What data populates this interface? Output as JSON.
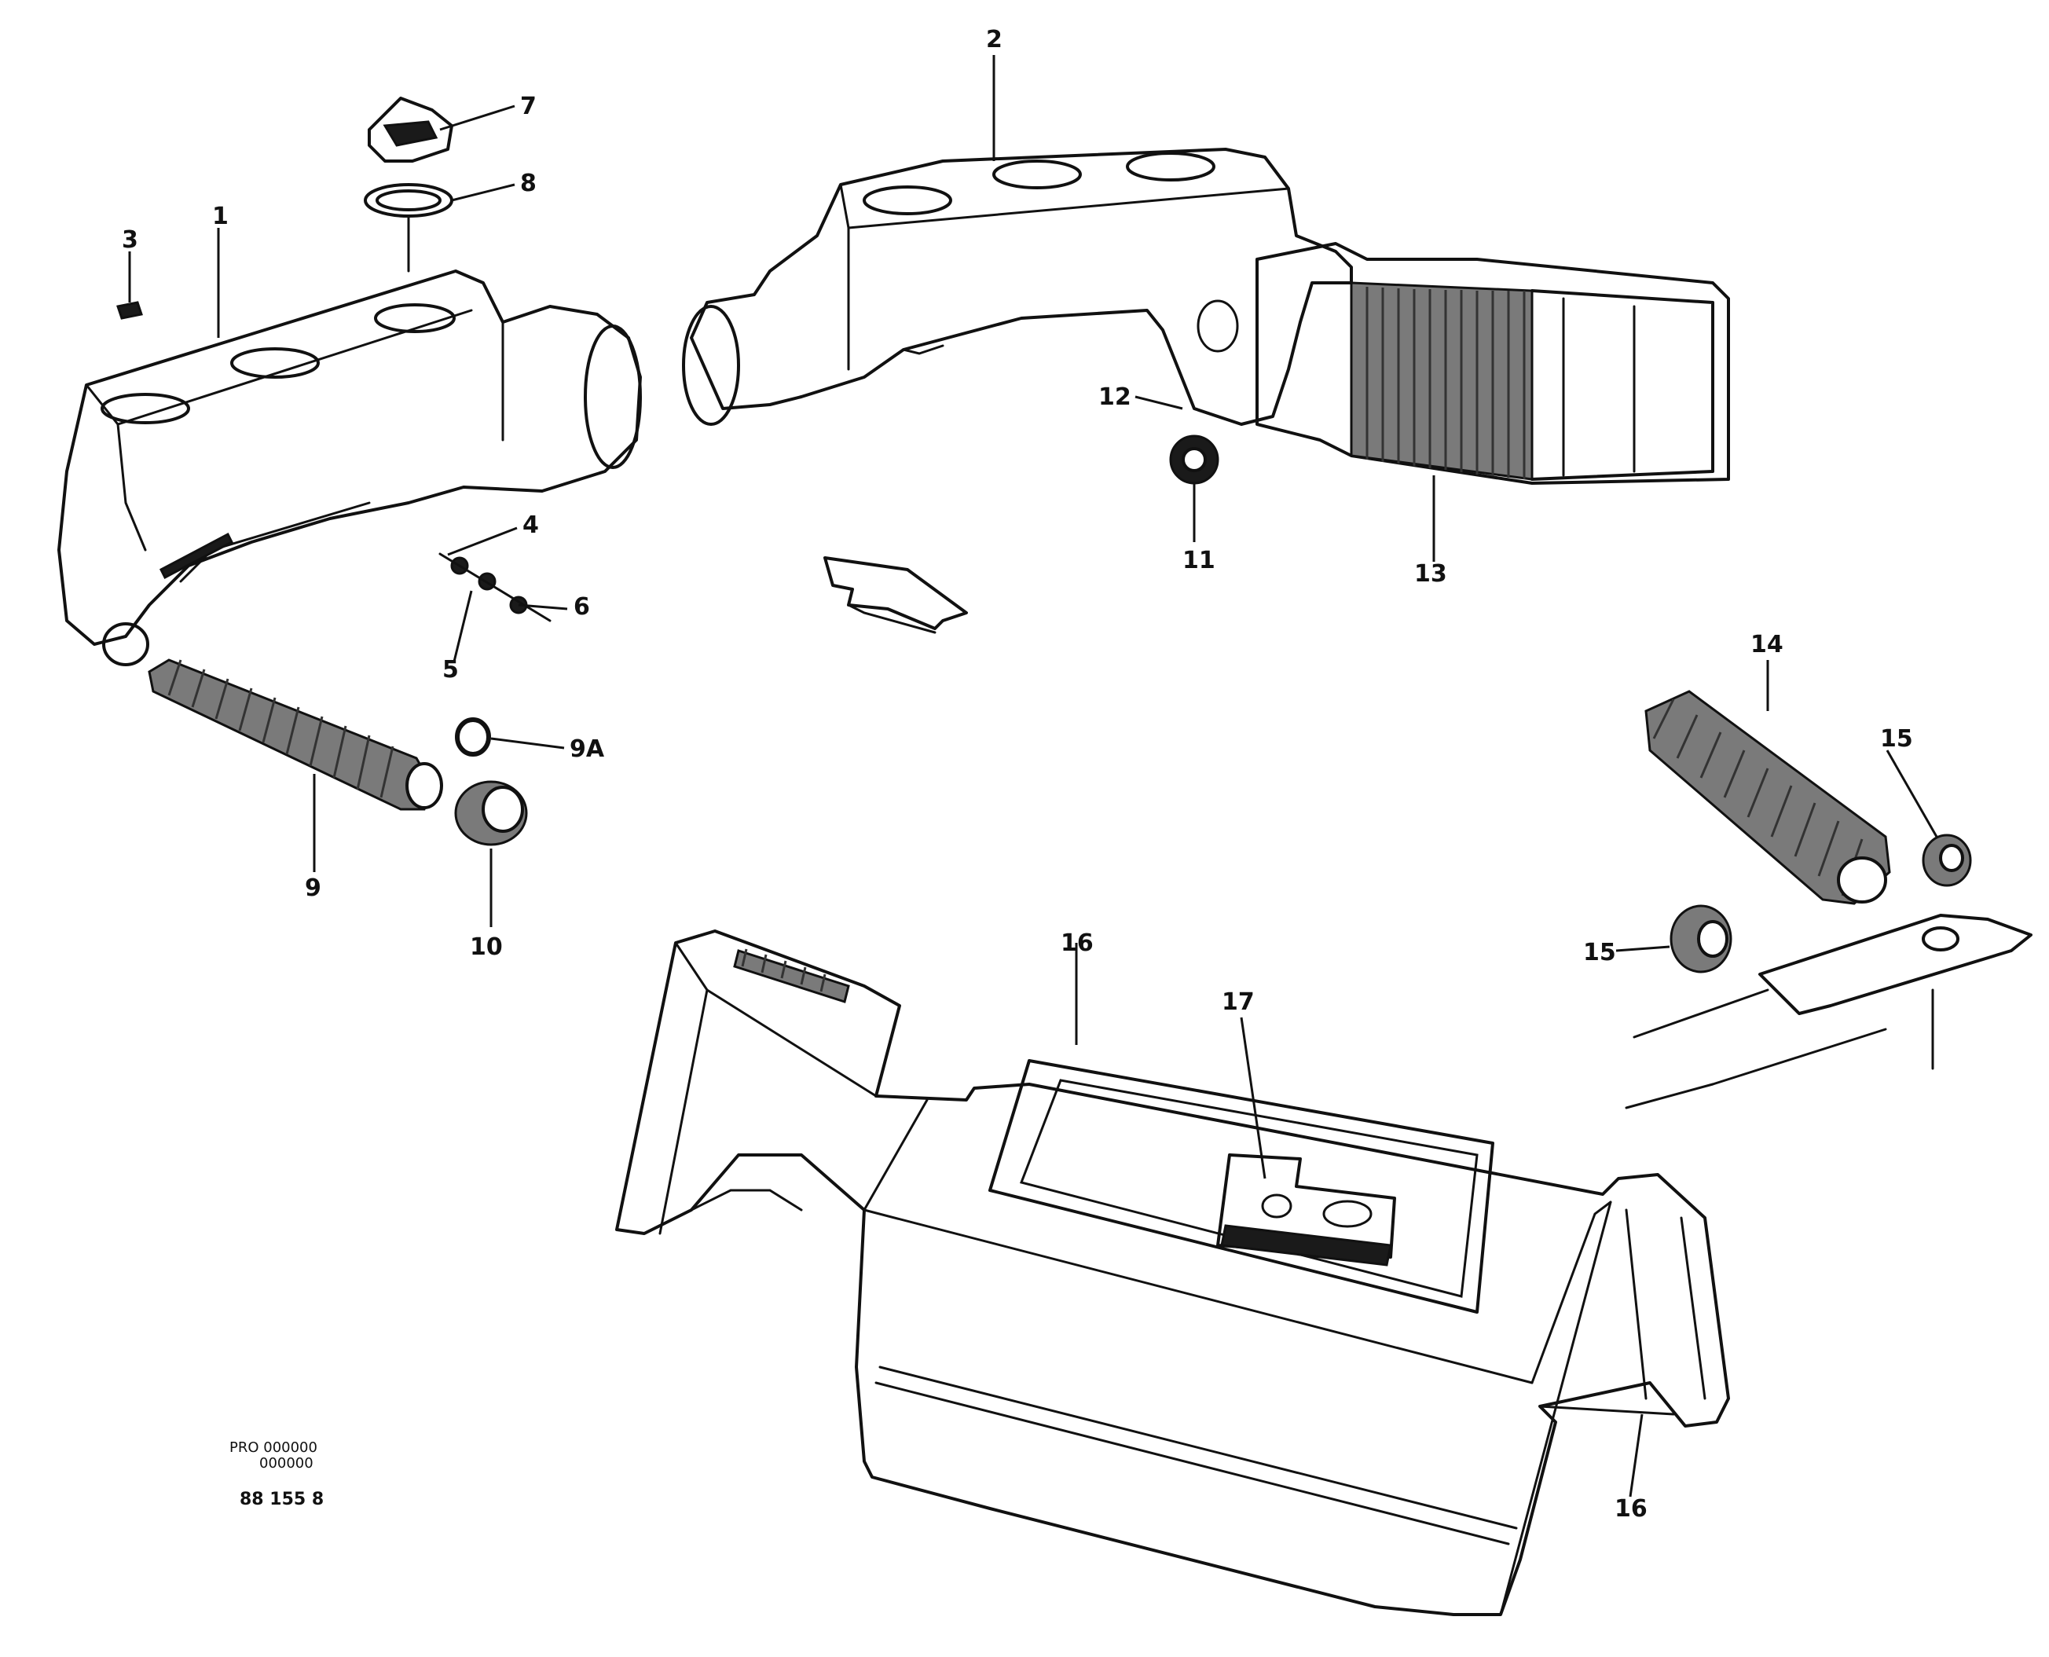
{
  "callouts": {
    "c1": "1",
    "c2": "2",
    "c3": "3",
    "c4": "4",
    "c5": "5",
    "c6": "6",
    "c7": "7",
    "c8": "8",
    "c9": "9",
    "c9a": "9A",
    "c10": "10",
    "c11": "11",
    "c12": "12",
    "c13": "13",
    "c14": "14",
    "c15a": "15",
    "c15b": "15",
    "c16a": "16",
    "c16b": "16",
    "c17": "17"
  },
  "drawing": {
    "caption_line1": "PRO 000000",
    "caption_line2": "000000",
    "number": "88 155 8"
  }
}
